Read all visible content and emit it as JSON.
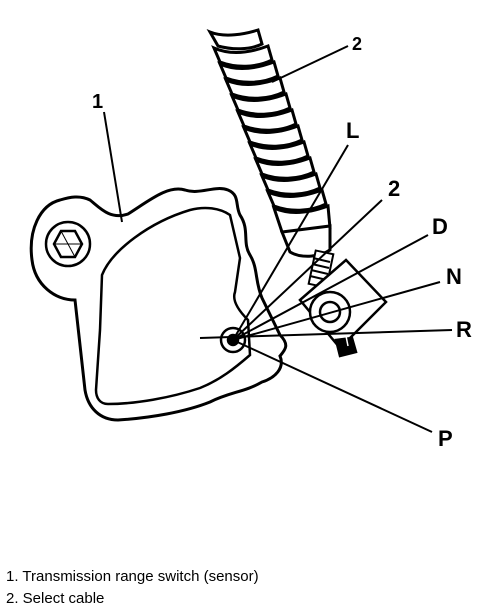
{
  "callouts": {
    "c1": "1",
    "c2_top": "2",
    "c2_mid": "2",
    "L": "L",
    "D": "D",
    "N": "N",
    "R": "R",
    "P": "P"
  },
  "legend": [
    "1. Transmission range switch (sensor)",
    "2. Select cable"
  ]
}
